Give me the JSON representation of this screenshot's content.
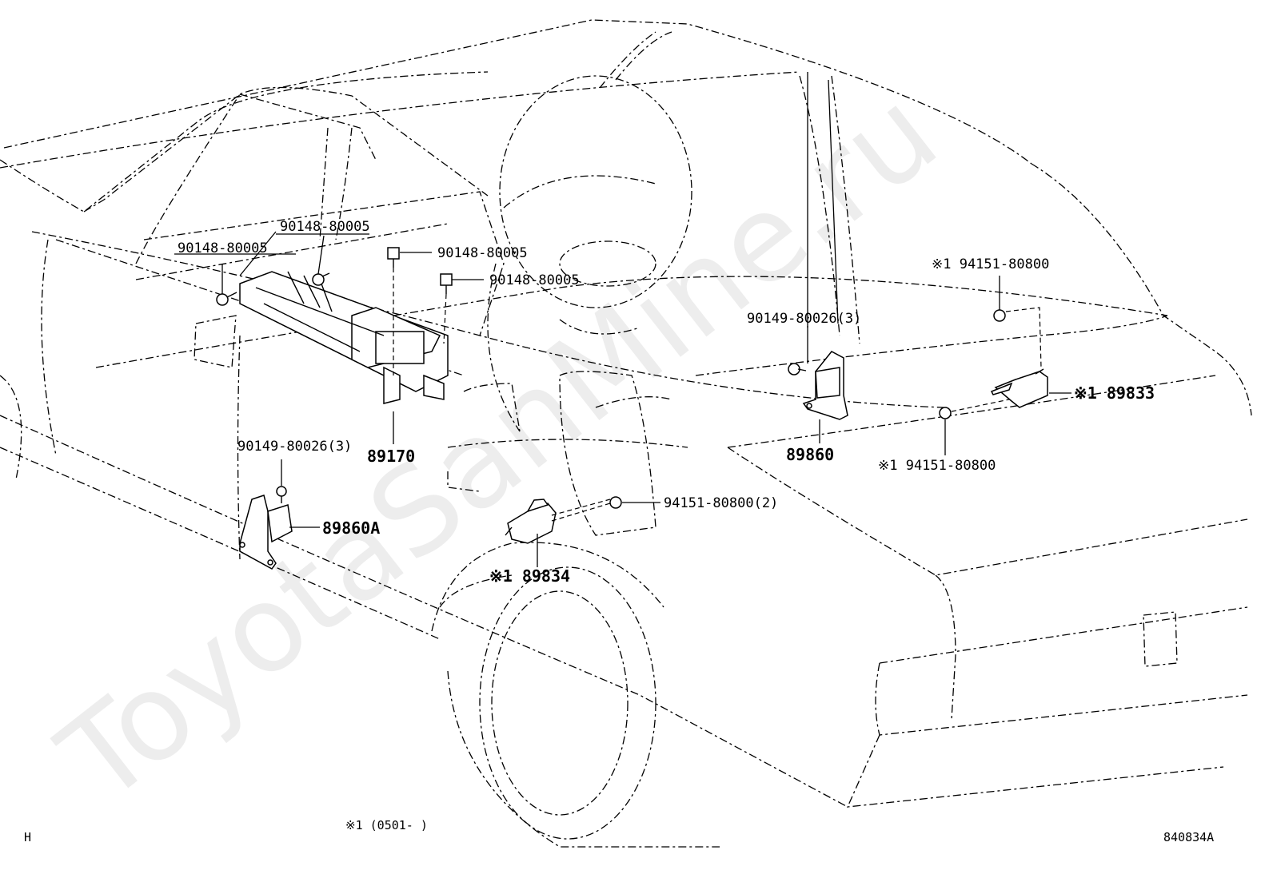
{
  "watermark": "ToyotaSanMine.ru",
  "callouts": {
    "c_90148_a": "90148-80005",
    "c_90148_b": "90148-80005",
    "c_90148_c": "90148-80005",
    "c_90148_d": "90148-80005",
    "c_89170": "89170",
    "c_90149_left": "90149-80026(3)",
    "c_89860a": "89860A",
    "c_89834": "※1 89834",
    "c_94151_2": "94151-80800(2)",
    "c_90149_right": "90149-80026(3)",
    "c_89860": "89860",
    "c_94151_top": "※1 94151-80800",
    "c_89833": "※1 89833",
    "c_94151_bottom": "※1 94151-80800"
  },
  "footer": {
    "left_code": "H",
    "note": "※1 (0501-   )",
    "figure_code": "840834A"
  }
}
